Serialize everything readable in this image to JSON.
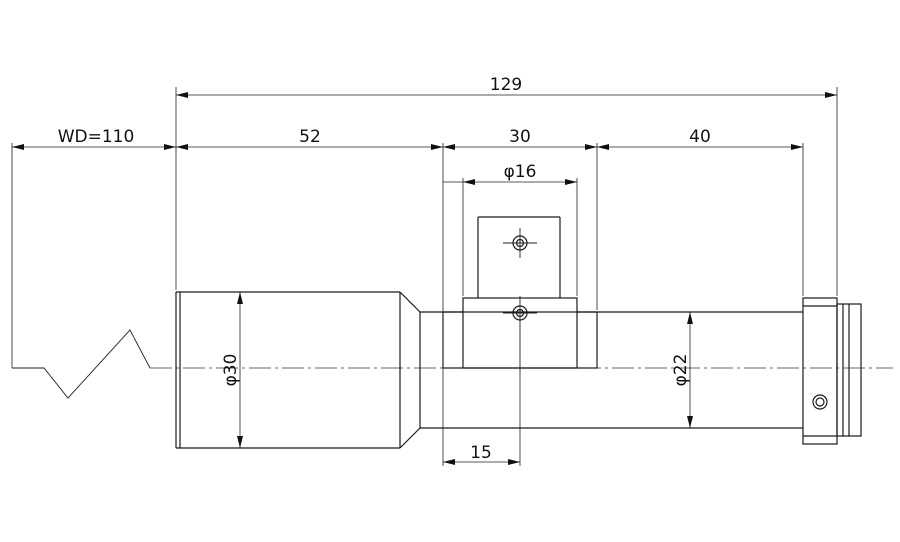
{
  "dimensions": {
    "overall_length": "129",
    "working_distance": "WD=110",
    "front_section": "52",
    "mount_section": "30",
    "rear_section": "40",
    "mount_width": "φ16",
    "mount_offset": "15",
    "front_diameter": "φ30",
    "rear_diameter": "φ22"
  }
}
